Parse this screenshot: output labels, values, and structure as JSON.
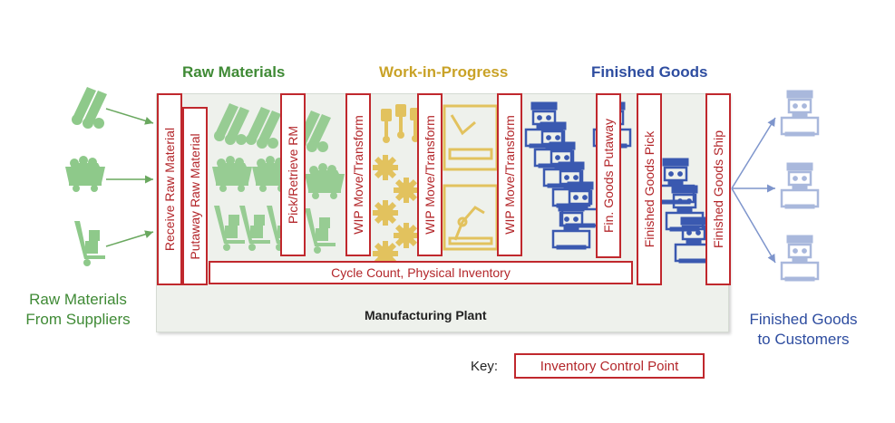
{
  "sections": {
    "raw_materials": "Raw Materials",
    "wip": "Work-in-Progress",
    "finished_goods": "Finished Goods"
  },
  "left_label": {
    "line1": "Raw Materials",
    "line2": "From Suppliers"
  },
  "right_label": {
    "line1": "Finished Goods",
    "line2": "to Customers"
  },
  "plant_label": "Manufacturing Plant",
  "control_points": {
    "receive": "Receive Raw Material",
    "putaway": "Putaway Raw Material",
    "pick_retrieve": "Pick/Retrieve RM",
    "wip1": "WIP Move/Transform",
    "wip2": "WIP Move/Transform",
    "wip3": "WIP Move/Transform",
    "fin_putaway": "Fin. Goods Putaway",
    "fg_pick": "Finished Goods Pick",
    "fg_ship": "Finished Goods Ship",
    "cycle_count": "Cycle Count, Physical Inventory"
  },
  "key": {
    "label": "Key:",
    "item": "Inventory Control Point"
  },
  "colors": {
    "raw": "#3f8a35",
    "wip": "#c9a227",
    "finished": "#2e4da0",
    "control": "#c0282d",
    "raw_icon": "#8ec98a",
    "wip_icon": "#e2c25e",
    "fg_icon": "#3a59b0",
    "fg_out_icon": "#a9b8dc"
  },
  "icons": {
    "logs": "logs-icon",
    "cart": "mine-cart-icon",
    "hand_truck": "hand-truck-icon",
    "gear": "gear-icon",
    "pistons": "piston-icon",
    "factory": "factory-icon",
    "robot_arm": "robot-arm-icon",
    "machine": "coffee-machine-icon"
  }
}
